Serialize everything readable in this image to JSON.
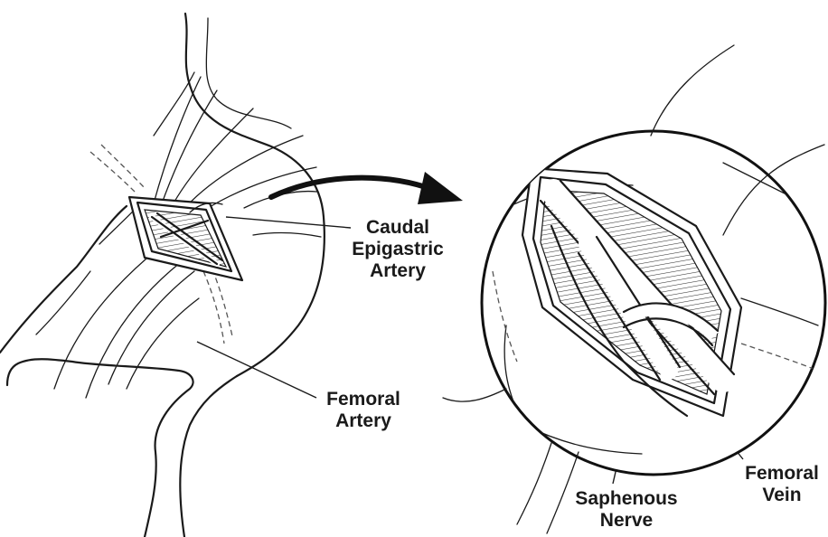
{
  "labels": {
    "caudal_epigastric": [
      "Caudal",
      "Epigastric",
      "Artery"
    ],
    "femoral_artery": [
      "Femoral",
      "Artery"
    ],
    "saphenous_nerve": [
      "Saphenous",
      "Nerve"
    ],
    "femoral_vein": [
      "Femoral",
      "Vein"
    ]
  },
  "colors": {
    "ink": "#1a1a1a",
    "background": "#ffffff"
  }
}
